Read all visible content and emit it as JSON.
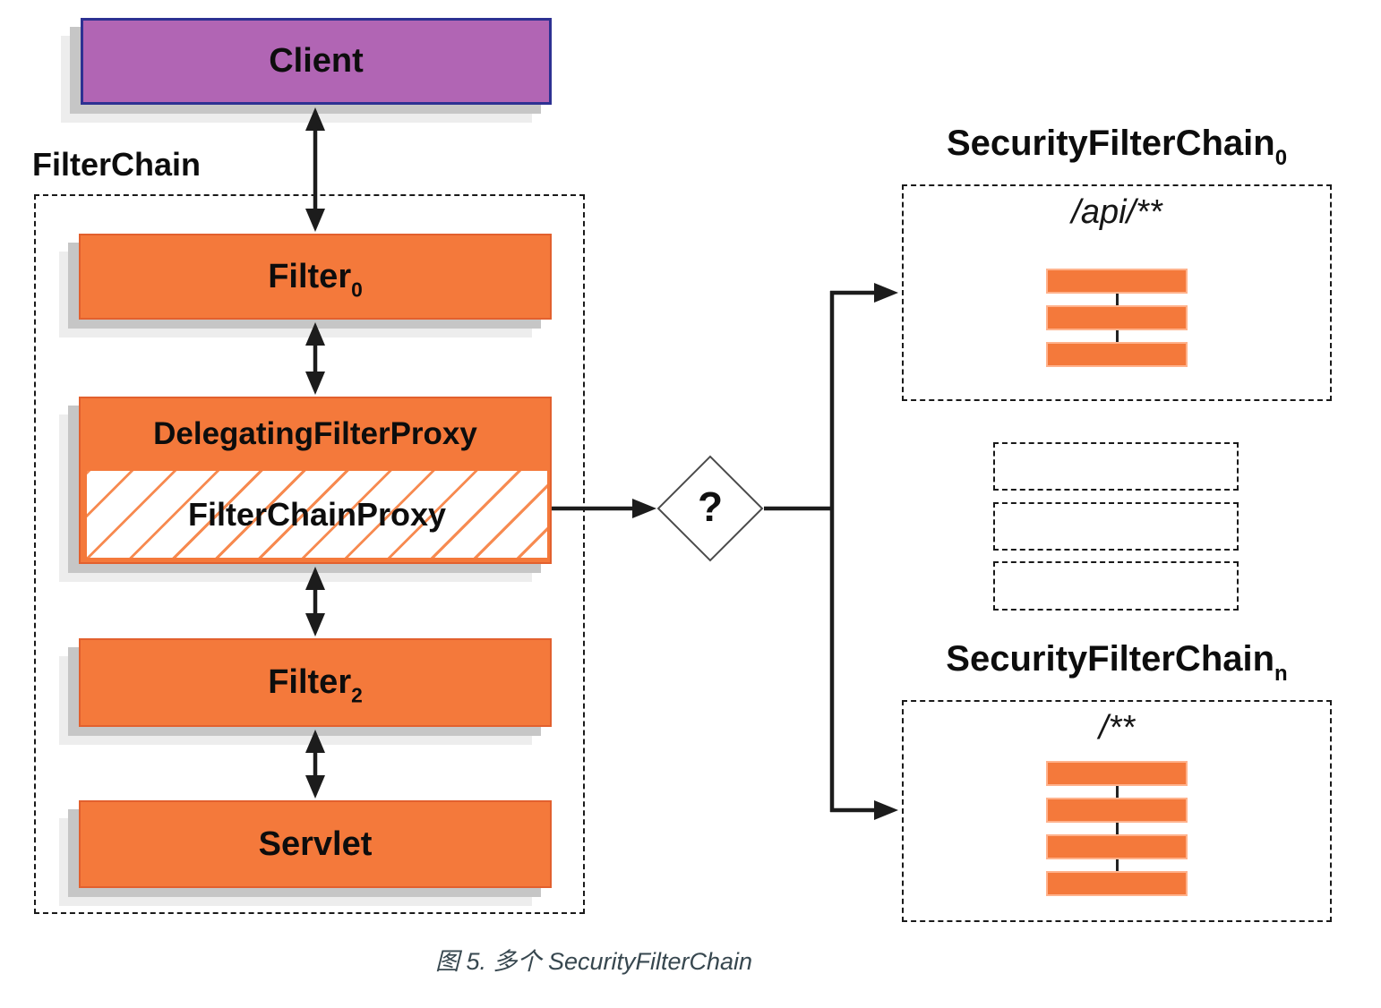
{
  "diagram": {
    "client": {
      "label": "Client"
    },
    "filter_chain": {
      "label": "FilterChain",
      "filter0": {
        "base": "Filter",
        "sub": "0"
      },
      "delegating_filter_proxy": {
        "label": "DelegatingFilterProxy"
      },
      "filter_chain_proxy": {
        "label": "FilterChainProxy"
      },
      "filter2": {
        "base": "Filter",
        "sub": "2"
      },
      "servlet": {
        "label": "Servlet"
      }
    },
    "decision": {
      "label": "?"
    },
    "security_filter_chain_0": {
      "title_base": "SecurityFilterChain",
      "title_sub": "0",
      "pattern": "/api/**",
      "filters_count": 3
    },
    "placeholder_chains_count": 3,
    "security_filter_chain_n": {
      "title_base": "SecurityFilterChain",
      "title_sub": "n",
      "pattern": "/**",
      "filters_count": 4
    },
    "caption": "图 5. 多个 SecurityFilterChain",
    "colors": {
      "box_orange": "#f4793b",
      "box_orange_border": "#e2602e",
      "bar_border": "#ffb28c",
      "client_purple": "#b165b4",
      "client_border_blue": "#2d3192",
      "line_black": "#1c1c1c",
      "caption_gray": "#37474f",
      "shadow_gray": "#c6c6c6"
    }
  }
}
